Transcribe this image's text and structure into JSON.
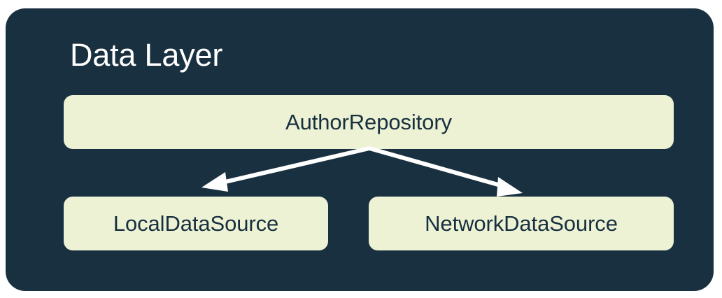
{
  "diagram": {
    "type": "architecture-layer-diagram",
    "title": "Data Layer",
    "colors": {
      "panel_background": "#18303F",
      "node_background": "#EEF2D4",
      "node_text": "#17303F",
      "title_text": "#FFFFFF",
      "arrow": "#FFFFFF",
      "canvas": "#FFFFFF"
    },
    "nodes": [
      {
        "id": "author-repository",
        "label": "AuthorRepository",
        "role": "repository"
      },
      {
        "id": "local-data-source",
        "label": "LocalDataSource",
        "role": "data-source"
      },
      {
        "id": "network-data-source",
        "label": "NetworkDataSource",
        "role": "data-source"
      }
    ],
    "connections": [
      {
        "from": "author-repository",
        "to": "local-data-source",
        "style": "arrow"
      },
      {
        "from": "author-repository",
        "to": "network-data-source",
        "style": "arrow"
      }
    ]
  }
}
